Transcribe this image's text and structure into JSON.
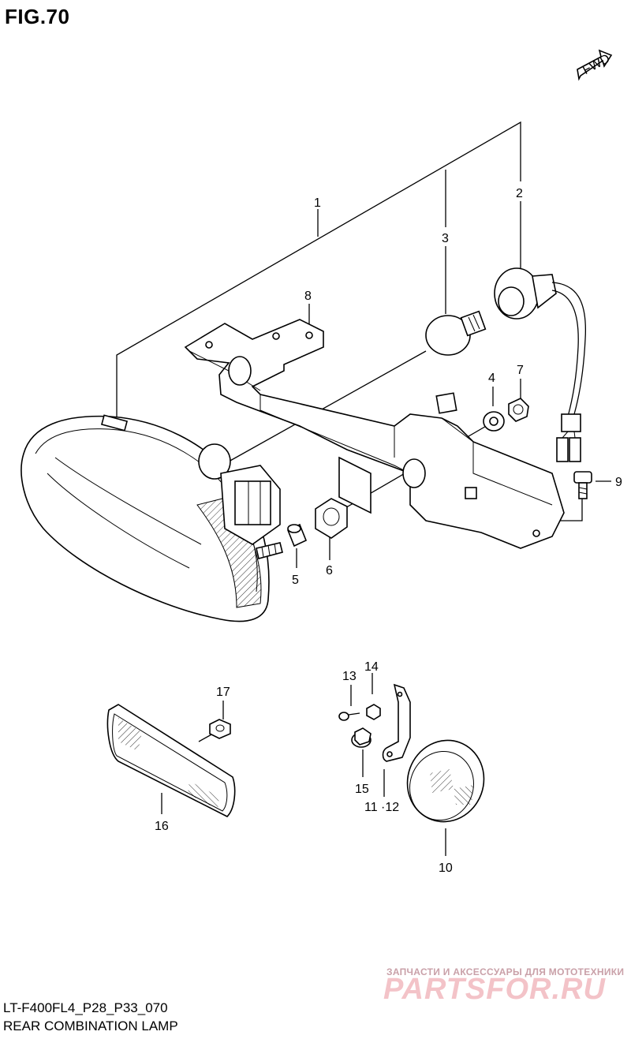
{
  "figure": {
    "title": "FIG.70",
    "fwd_label": "FWD",
    "code": "LT-F400FL4_P28_P33_070",
    "name": "REAR COMBINATION LAMP"
  },
  "watermark": {
    "tagline": "ЗАПЧАСТИ И АКСЕССУАРЫ ДЛЯ МОТОТЕХНИКИ",
    "brand": "PARTSFOR.RU"
  },
  "callouts": [
    {
      "id": "1",
      "label": "1"
    },
    {
      "id": "2",
      "label": "2"
    },
    {
      "id": "3",
      "label": "3"
    },
    {
      "id": "4",
      "label": "4"
    },
    {
      "id": "5",
      "label": "5"
    },
    {
      "id": "6",
      "label": "6"
    },
    {
      "id": "7",
      "label": "7"
    },
    {
      "id": "8",
      "label": "8"
    },
    {
      "id": "9",
      "label": "9"
    },
    {
      "id": "10",
      "label": "10"
    },
    {
      "id": "11-12",
      "label": "11 ·12"
    },
    {
      "id": "13",
      "label": "13"
    },
    {
      "id": "14",
      "label": "14"
    },
    {
      "id": "15",
      "label": "15"
    },
    {
      "id": "16",
      "label": "16"
    },
    {
      "id": "17",
      "label": "17"
    }
  ],
  "colors": {
    "line": "#000000",
    "background": "#ffffff",
    "watermark_brand": "#f3c3c8",
    "watermark_tagline": "#c9a0a8"
  }
}
